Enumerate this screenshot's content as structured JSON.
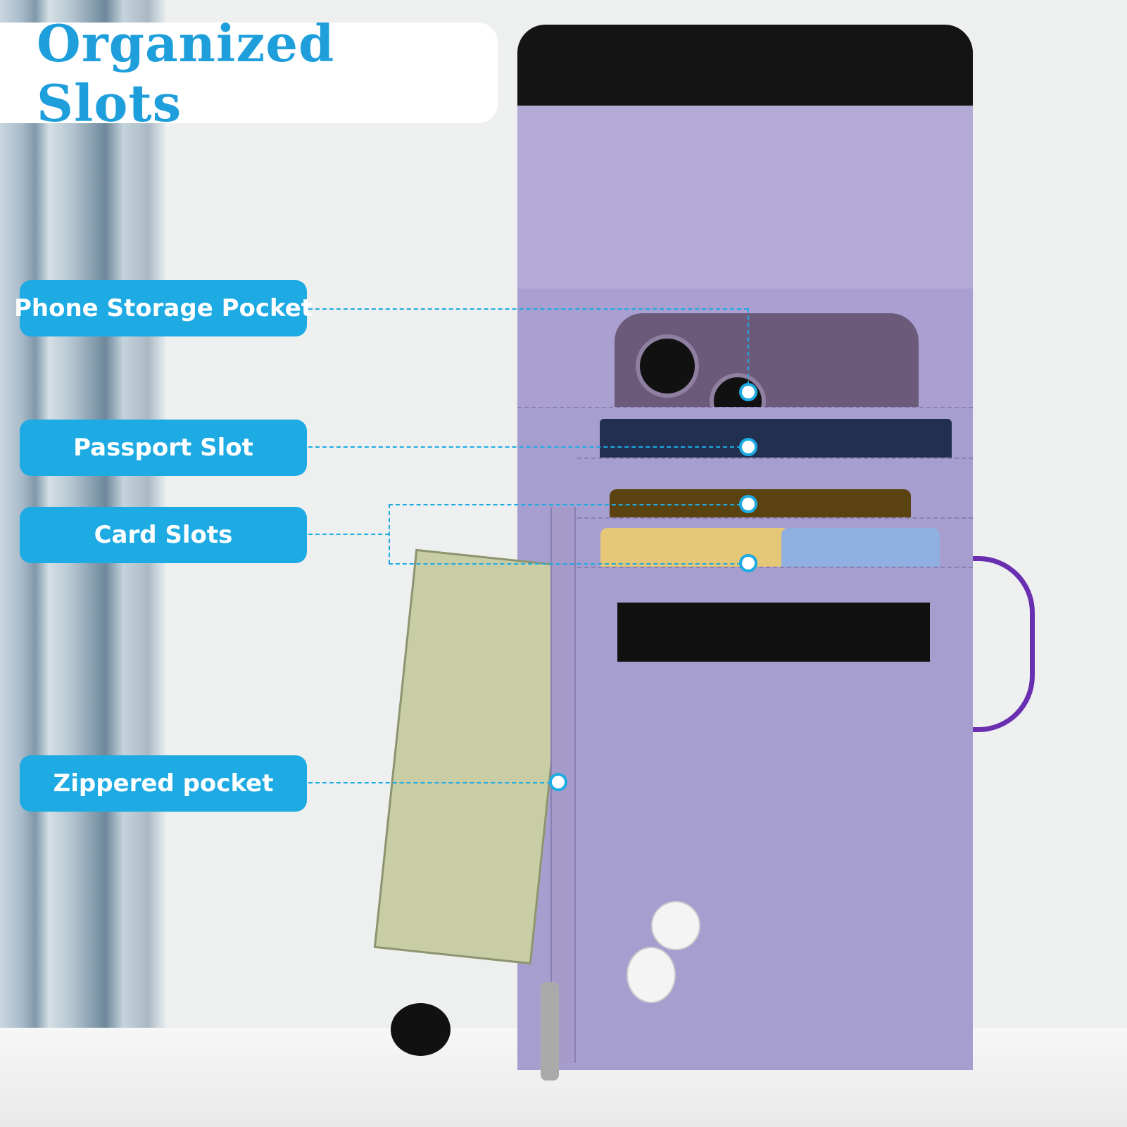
{
  "title": "Organized Slots",
  "labels": {
    "phone": "Phone Storage Pocket",
    "passport": "Passport Slot",
    "cards": "Card Slots",
    "zipper": "Zippered pocket"
  },
  "colors": {
    "accent": "#1eaae3",
    "title": "#1e9fdc",
    "pouch": "#b3aad6"
  }
}
